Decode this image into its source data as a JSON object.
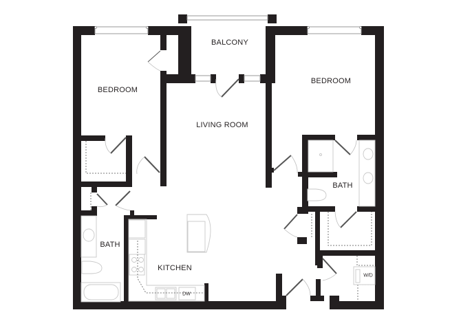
{
  "floorplan": {
    "rooms": {
      "balcony": "BALCONY",
      "bedroom_left": "BEDROOM",
      "bedroom_right": "BEDROOM",
      "living_room": "LIVING ROOM",
      "bath_left": "BATH",
      "bath_right": "BATH",
      "kitchen": "KITCHEN"
    },
    "appliances": {
      "dishwasher": "DW",
      "washer_dryer": "W/D"
    },
    "colors": {
      "wall": "#231f20",
      "background": "#ffffff",
      "fixture_line": "#c8c8c8"
    }
  }
}
